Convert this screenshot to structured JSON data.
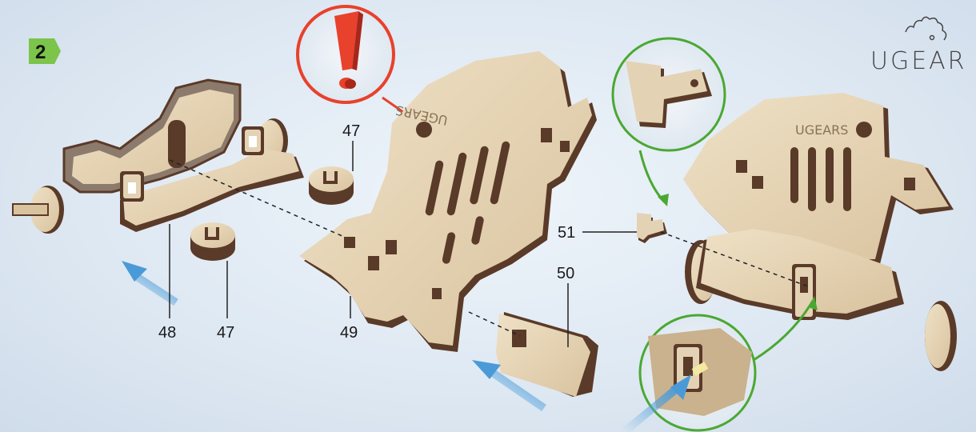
{
  "step": {
    "number": "2",
    "badge_color": "#7cc44a"
  },
  "logo": {
    "text": "UGEAR",
    "color": "#444444",
    "icon": "gear-outline-icon"
  },
  "plate": {
    "engraving_mirrored": "UGEARS",
    "engraving": "UGEARS"
  },
  "labels": {
    "p47a": "47",
    "p47b": "47",
    "p48": "48",
    "p49": "49",
    "p50": "50",
    "p51": "51"
  },
  "colors": {
    "wood_face": "#e4d2b4",
    "wood_edge": "#5a3a28",
    "warning": "#e8412c",
    "callout_green": "#4aa832",
    "arrow_blue": "#5ba6de"
  },
  "icons": {
    "warning": "exclamation-icon",
    "arrows": "push-direction-arrow-icon"
  }
}
